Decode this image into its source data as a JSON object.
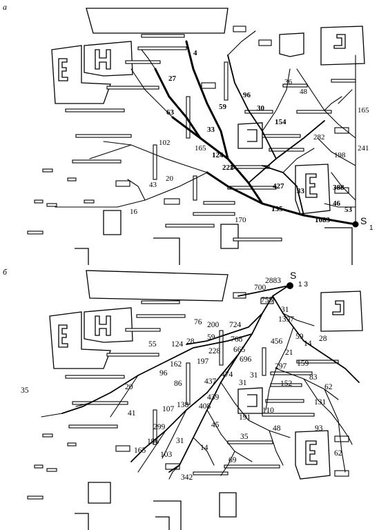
{
  "panel_a": {
    "letter": "а",
    "source": {
      "name": "S",
      "index": "1"
    },
    "labels": [
      "4",
      "27",
      "96",
      "59",
      "30",
      "63",
      "33",
      "154",
      "36",
      "48",
      "165",
      "282",
      "198",
      "241",
      "102",
      "165",
      "124",
      "222",
      "20",
      "43",
      "427",
      "33",
      "388",
      "46",
      "53",
      "16",
      "170",
      "135",
      "1083"
    ]
  },
  "panel_b": {
    "letter": "б",
    "source": {
      "name": "S",
      "index": "1 3",
      "total": "2883"
    },
    "labels": [
      "700",
      "755",
      "31",
      "1397",
      "76",
      "200",
      "724",
      "768",
      "456",
      "59",
      "14",
      "28",
      "55",
      "124",
      "28",
      "59",
      "228",
      "665",
      "696",
      "21",
      "162",
      "197",
      "96",
      "86",
      "437",
      "474",
      "31",
      "297",
      "159",
      "35",
      "20",
      "138",
      "152",
      "83",
      "62",
      "439",
      "408",
      "31",
      "131",
      "41",
      "107",
      "299",
      "191",
      "110",
      "196",
      "45",
      "35",
      "48",
      "93",
      "31",
      "165",
      "103",
      "14",
      "69",
      "62",
      "342"
    ]
  }
}
